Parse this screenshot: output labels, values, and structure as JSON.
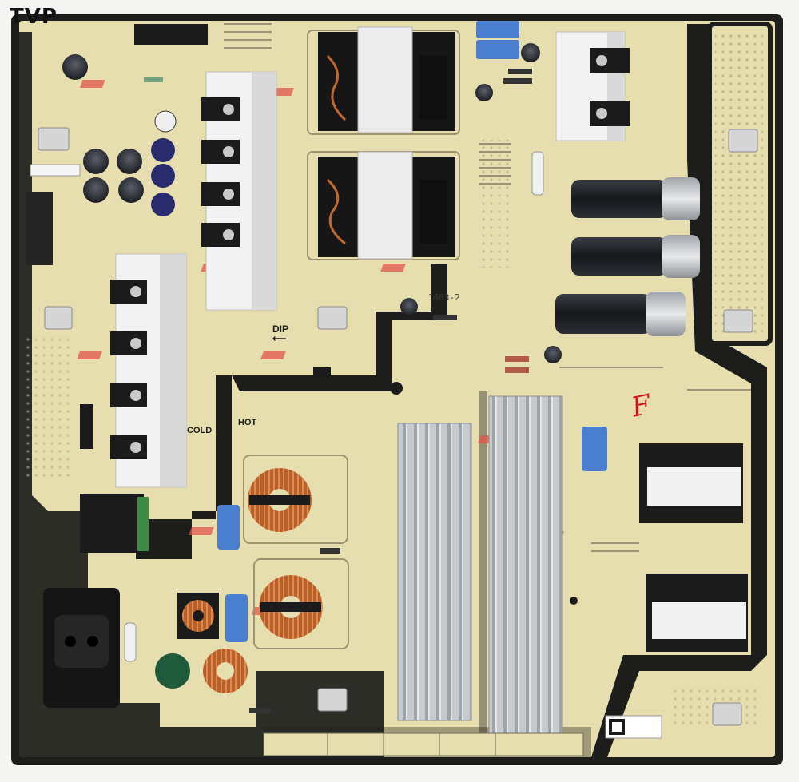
{
  "watermark": "TVP",
  "labels": {
    "dip": "DIP",
    "cold": "COLD",
    "hot": "HOT",
    "board_rev": "1603-2"
  },
  "markings": {
    "signature": "F"
  },
  "colors": {
    "pcb": "#e7deb0",
    "trace": "#1d1d1b",
    "heatsink": "#c2c5c8",
    "cap_dark": "#222428",
    "cap_blue": "#4a7fd0",
    "copper": "#b8602c",
    "red_mark": "#d0101a"
  }
}
